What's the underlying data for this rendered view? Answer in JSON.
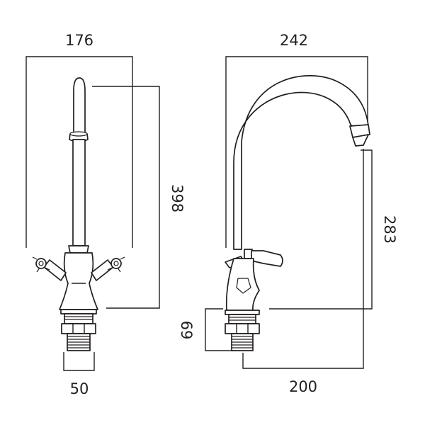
{
  "dimensions": {
    "front_width": "176",
    "front_height": "398",
    "base_diameter": "50",
    "side_width": "242",
    "spout_height": "283",
    "deck_height": "69",
    "spout_reach": "200"
  },
  "colors": {
    "line": "#231f20",
    "background": "#ffffff"
  }
}
